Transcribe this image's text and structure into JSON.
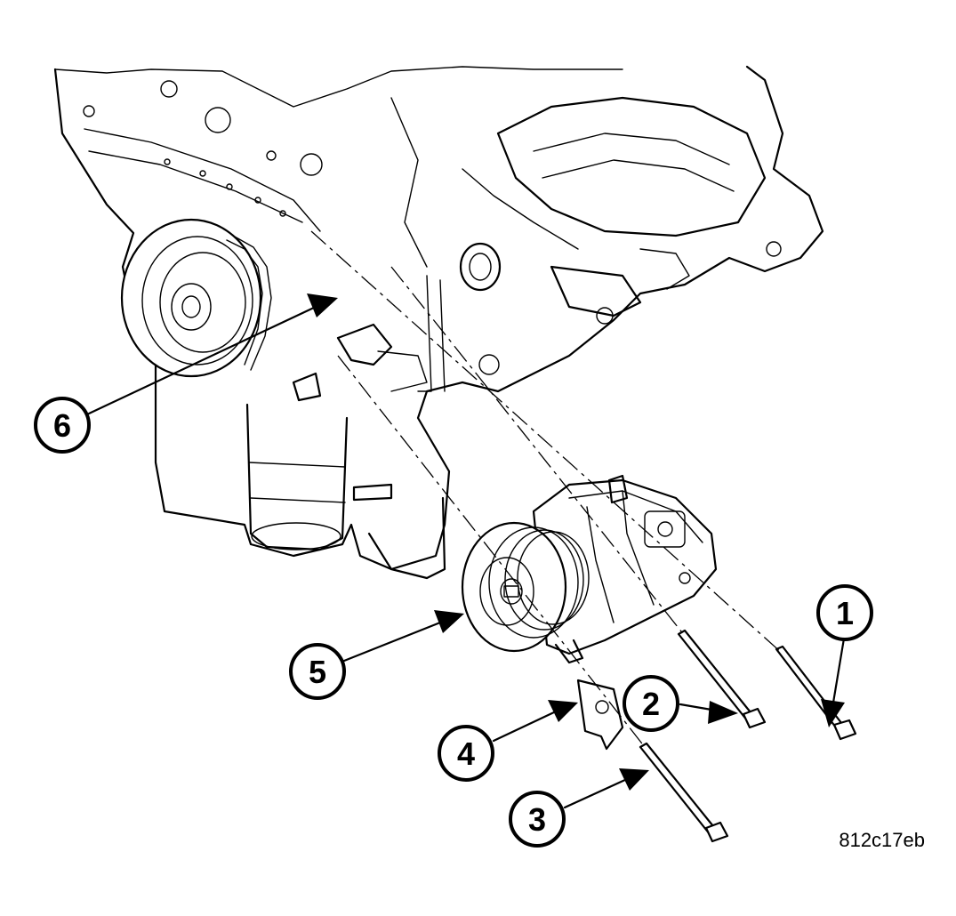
{
  "figure_id": "812c17eb",
  "callouts": [
    {
      "label": "1"
    },
    {
      "label": "2"
    },
    {
      "label": "3"
    },
    {
      "label": "4"
    },
    {
      "label": "5"
    },
    {
      "label": "6"
    }
  ],
  "colors": {
    "ink": "#000000",
    "paper": "#ffffff"
  }
}
